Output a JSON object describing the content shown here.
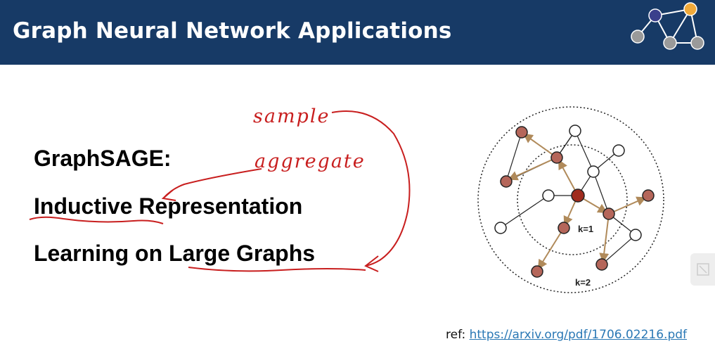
{
  "header": {
    "title": "Graph Neural Network Applications",
    "background_color": "#173a66",
    "logo_icon": "graph-network-logo-icon"
  },
  "content": {
    "lines": [
      "GraphSAGE:",
      "Inductive Representation",
      "Learning on Large Graphs"
    ]
  },
  "annotations": {
    "sample": "sample",
    "aggregate": "aggregate",
    "ink_color": "#c81e1e"
  },
  "diagram": {
    "inner_label": "k=1",
    "outer_label": "k=2",
    "sampled_node_color": "#b5665a",
    "target_node_color": "#a02b1d",
    "edge_color": "#b08a5a"
  },
  "reference": {
    "prefix": "ref:",
    "link_text": "https://arxiv.org/pdf/1706.02216.pdf"
  }
}
